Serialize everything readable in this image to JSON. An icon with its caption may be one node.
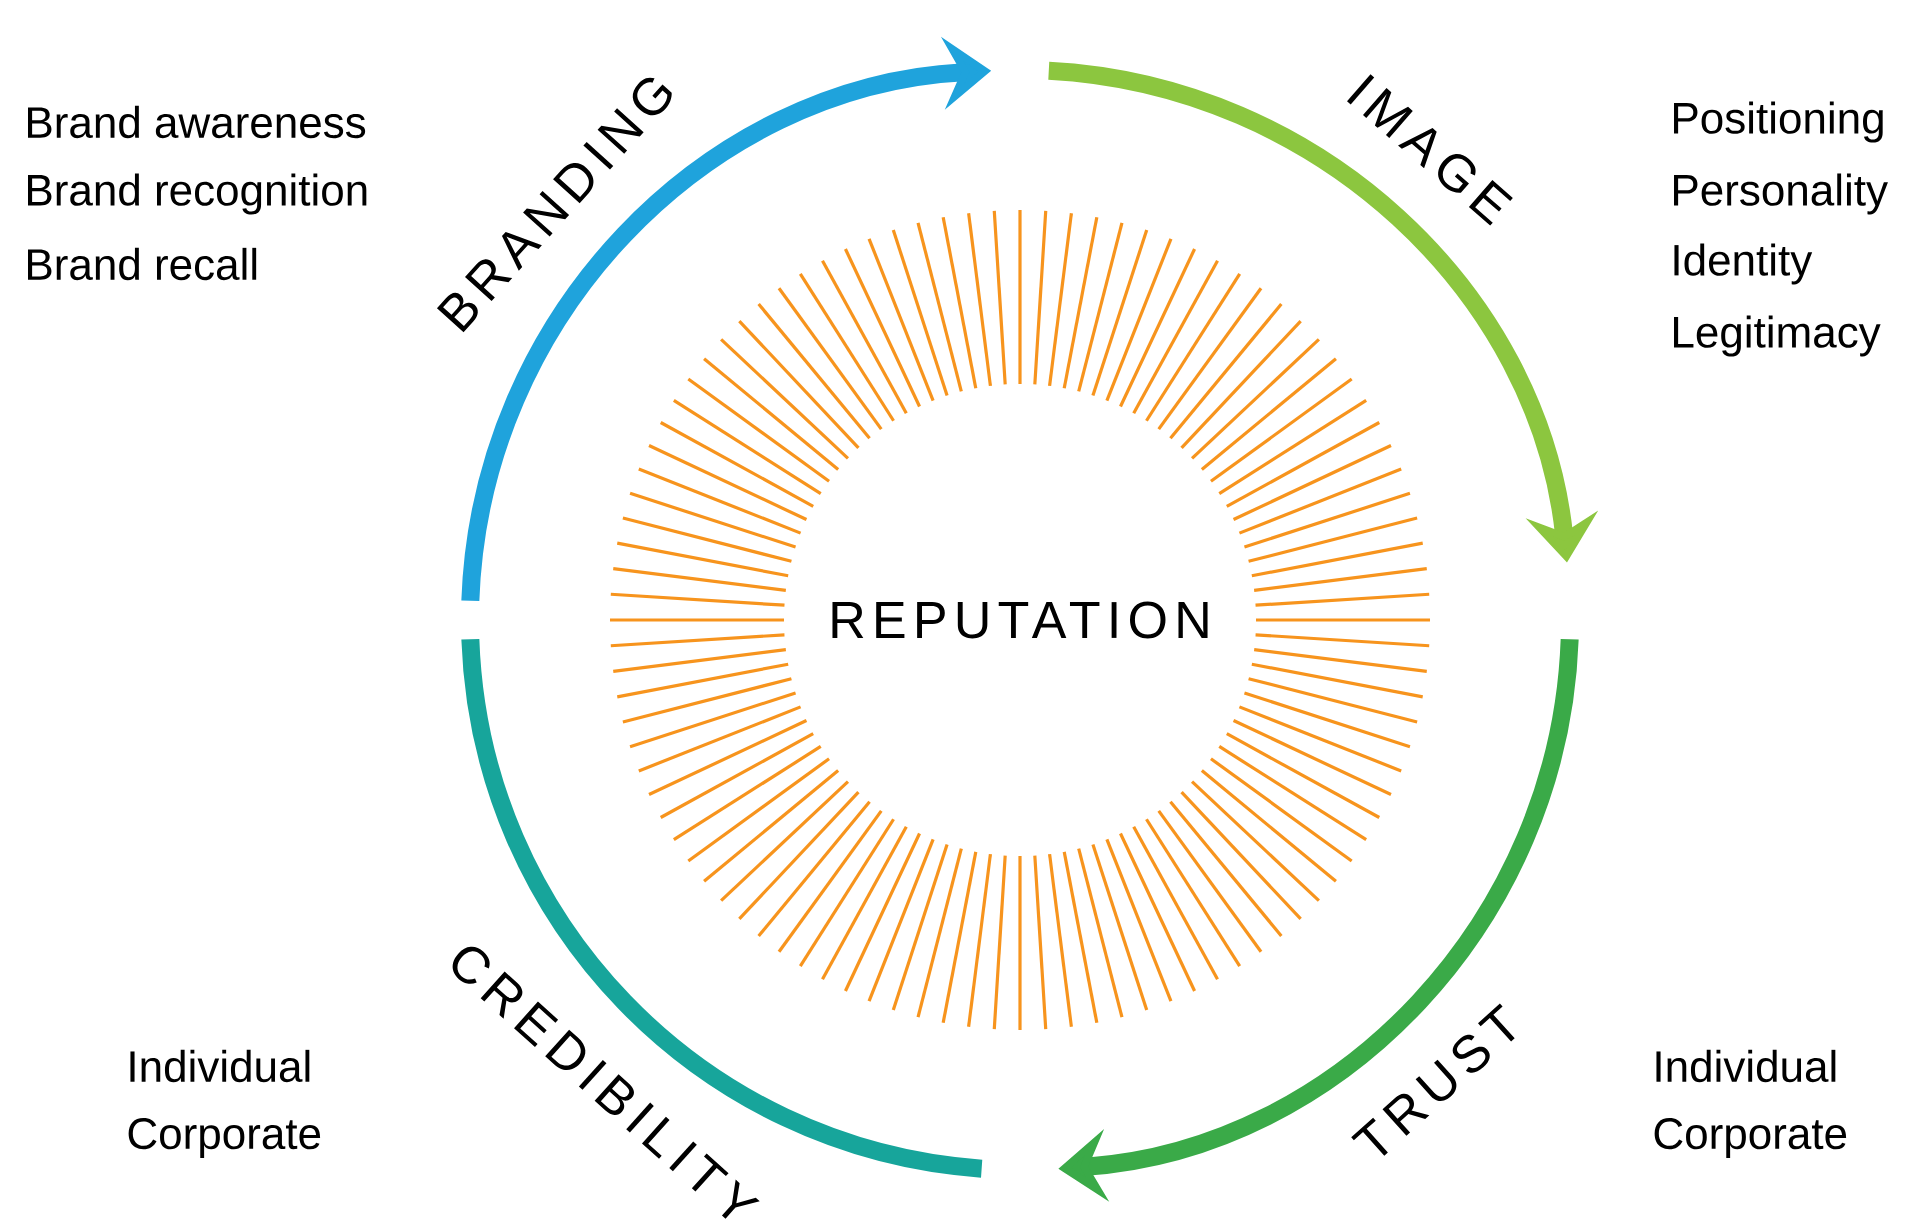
{
  "diagram": {
    "nodes": [
      {
        "text": [
          "BRANDING"
        ],
        "beside": [
          "Brand awareness",
          "Brand recognition",
          "Brand recall"
        ]
      },
      {
        "text": [
          "IMAGE"
        ],
        "beside": [
          "Positioning",
          "Personality",
          "Identity",
          "Legitimacy"
        ]
      },
      {
        "text": [
          "TRUST"
        ],
        "beside": [
          "Individual",
          "Corporate"
        ]
      },
      {
        "text": [
          "CREDIBILITY"
        ],
        "beside": [
          "Individual",
          "Corporate"
        ]
      },
      {
        "text": [
          "REPUTATION"
        ]
      }
    ]
  }
}
